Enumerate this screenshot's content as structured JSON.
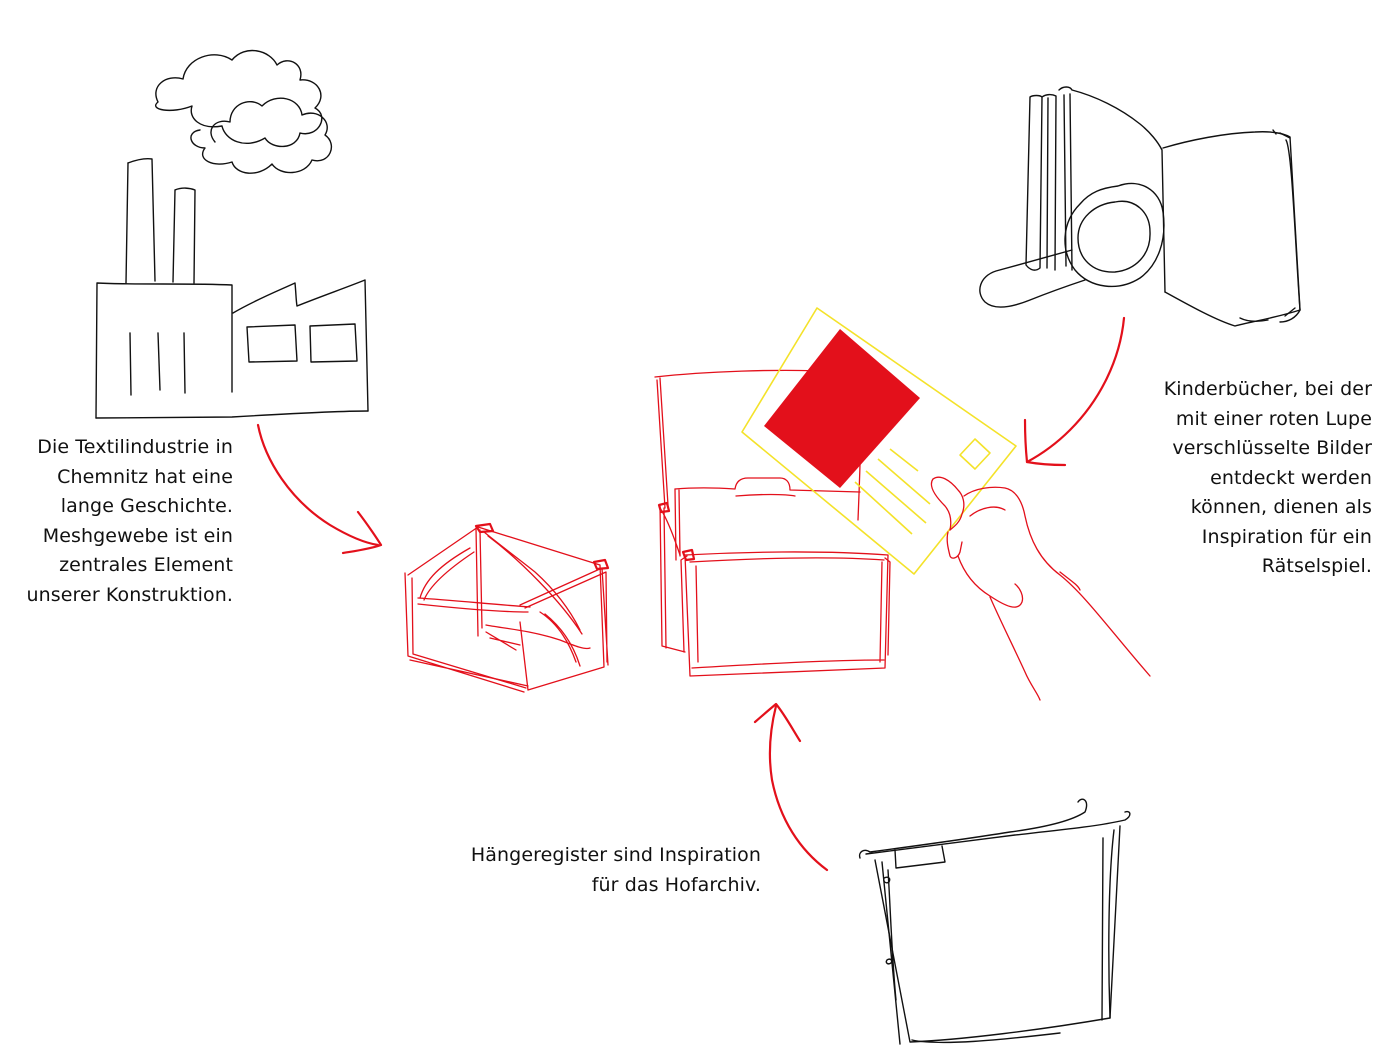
{
  "captions": {
    "textile": [
      "Die Textilindustrie in",
      "Chemnitz hat eine",
      "lange Geschichte.",
      "Meshgewebe ist ein",
      "zentrales Element",
      "unserer Konstruktion."
    ],
    "books": [
      "Kinderbücher, bei der",
      "mit einer roten Lupe",
      "verschlüsselte Bilder",
      "entdeckt werden",
      "können, dienen als",
      "Inspiration für ein",
      "Rätselspiel."
    ],
    "hanging": [
      "Hängeregister sind Inspiration",
      "für das Hofarchiv."
    ]
  },
  "icons": {
    "factory": "factory-sketch-icon",
    "book": "book-with-magnifier-sketch-icon",
    "folder": "hanging-folder-sketch-icon",
    "frame": "mesh-frame-sketch-icon",
    "archive": "archive-box-sketch-icon",
    "postcard": "postcard-sketch-icon",
    "hand": "hand-sketch-icon"
  },
  "colors": {
    "ink": "#111111",
    "accent_red": "#e3101b",
    "postcard_yellow": "#f4e22a"
  }
}
